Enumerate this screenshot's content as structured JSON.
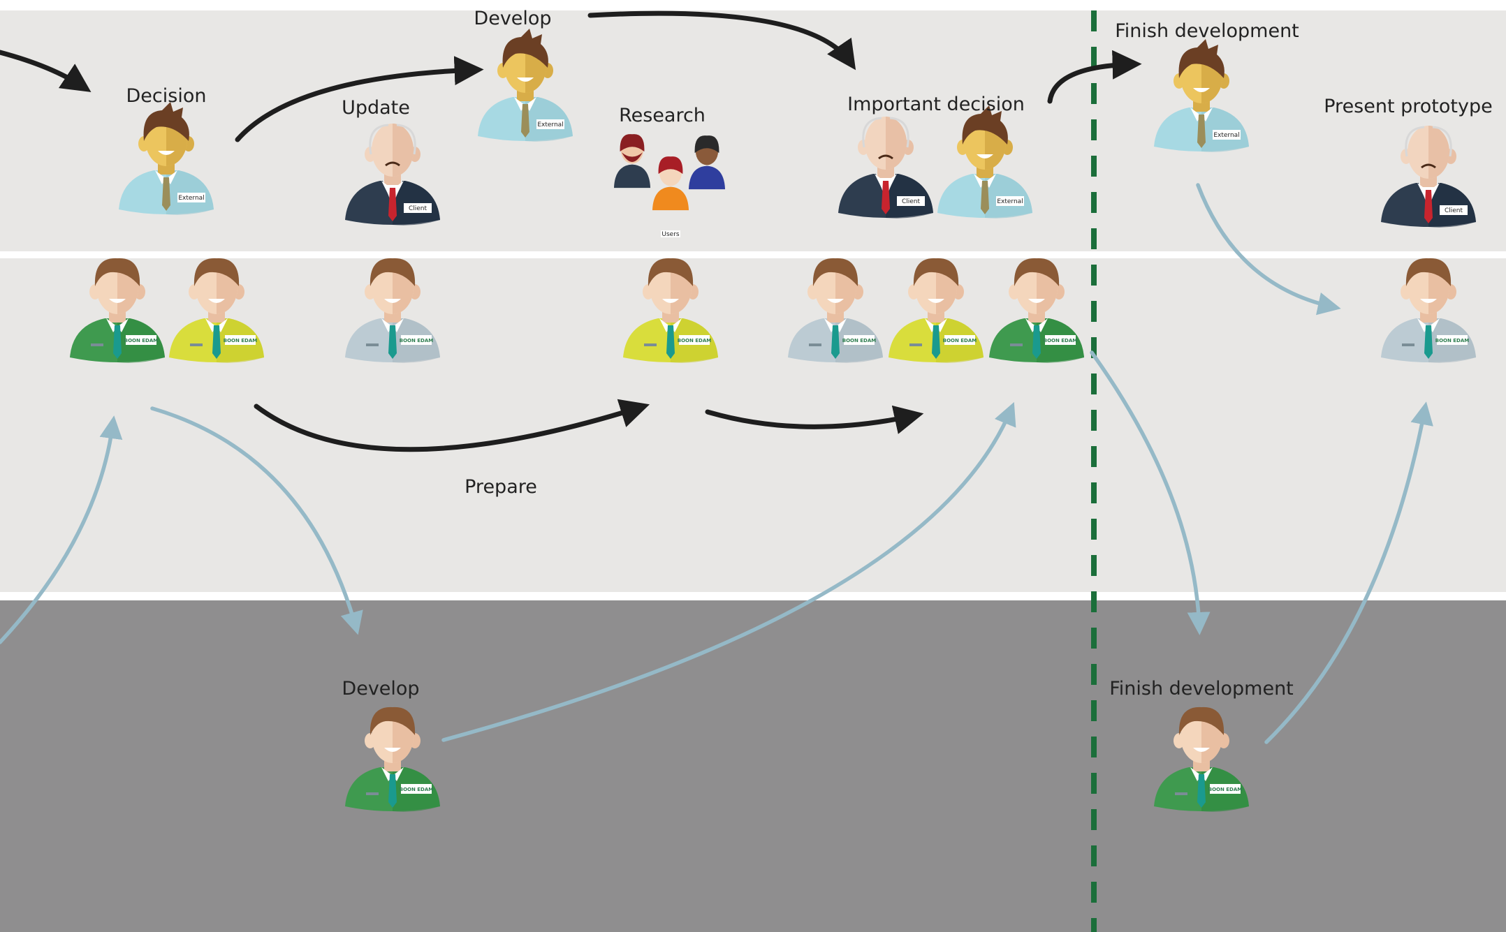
{
  "labels": {
    "develop_top": "Develop",
    "decision": "Decision",
    "update": "Update",
    "research": "Research",
    "important_decision": "Important decision",
    "finish_development_top": "Finish development",
    "present_prototype": "Present prototype",
    "prepare": "Prepare",
    "develop_bottom": "Develop",
    "finish_development_bottom": "Finish development"
  },
  "badges": {
    "external": "External",
    "client": "Client",
    "users": "Users",
    "company_logo": "BOON EDAM"
  },
  "colors": {
    "lane_top": "#e8e7e5",
    "lane_middle": "#e8e7e5",
    "lane_bottom": "#8f8e8f",
    "separator": "#ffffff",
    "milestone_line": "#1b6e3a",
    "arrow_primary": "#1e1e1e",
    "arrow_secondary": "#95b9c7",
    "shirt_green": "#3f9a4f",
    "shirt_yellow": "#d9dd3c",
    "shirt_grey": "#bccbd3",
    "shirt_light_blue": "#a7d9e3",
    "suit_navy": "#2e3d4f",
    "tie_teal": "#1a9a8e",
    "tie_red": "#c8242e"
  }
}
